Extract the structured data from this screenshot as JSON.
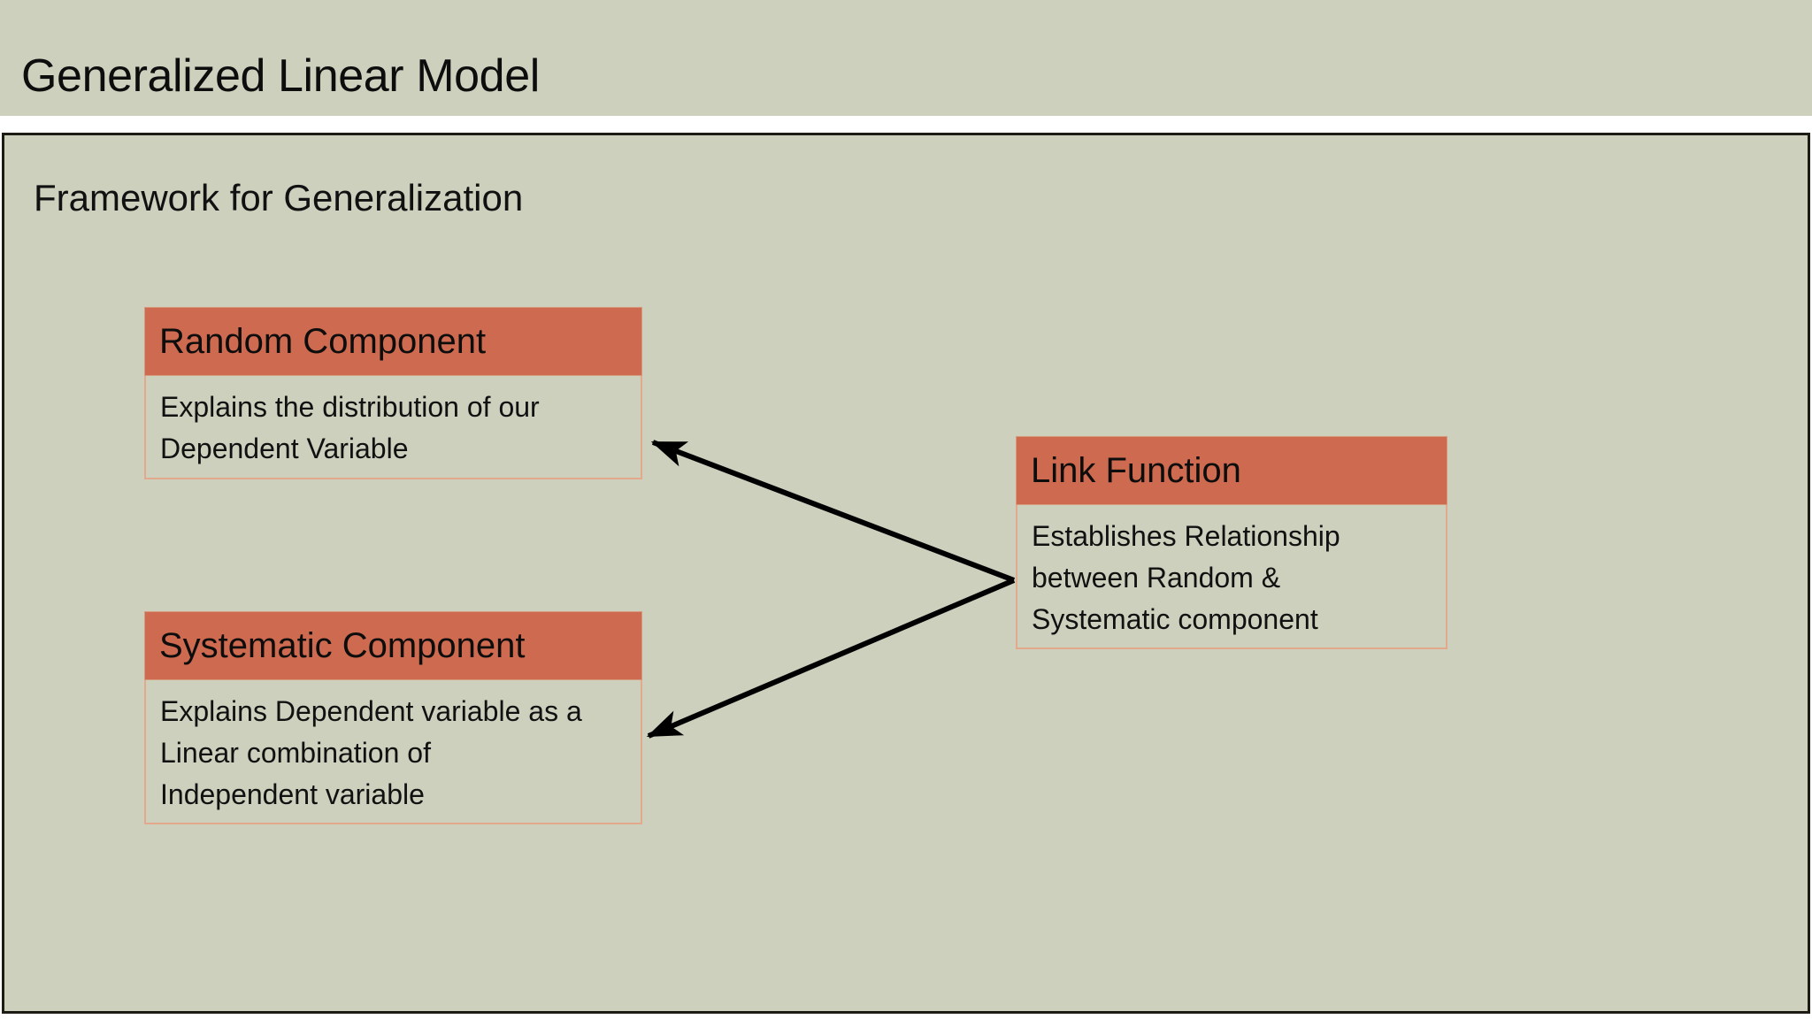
{
  "slide": {
    "title": "Generalized Linear Model",
    "subtitle": "Framework for Generalization"
  },
  "colors": {
    "background": "#ccd0bd",
    "card_header": "#cd6a4f",
    "card_body": "#ccd0bd",
    "card_border": "#e2a98c",
    "panel_border": "#1c1c14",
    "text": "#111111",
    "arrow": "#000000"
  },
  "cards": {
    "random": {
      "title": "Random Component",
      "lines": [
        "Explains the distribution of our",
        "Dependent Variable"
      ]
    },
    "systematic": {
      "title": "Systematic Component",
      "lines": [
        "Explains Dependent variable as a",
        "Linear combination of",
        "Independent variable"
      ]
    },
    "link": {
      "title": "Link Function",
      "lines": [
        "Establishes Relationship",
        "between Random &",
        "Systematic component"
      ]
    }
  },
  "arrows": [
    {
      "name": "link-to-random",
      "from": "Link Function",
      "to": "Random Component",
      "direction": "left-up"
    },
    {
      "name": "link-to-systematic",
      "from": "Link Function",
      "to": "Systematic Component",
      "direction": "left-down"
    }
  ]
}
